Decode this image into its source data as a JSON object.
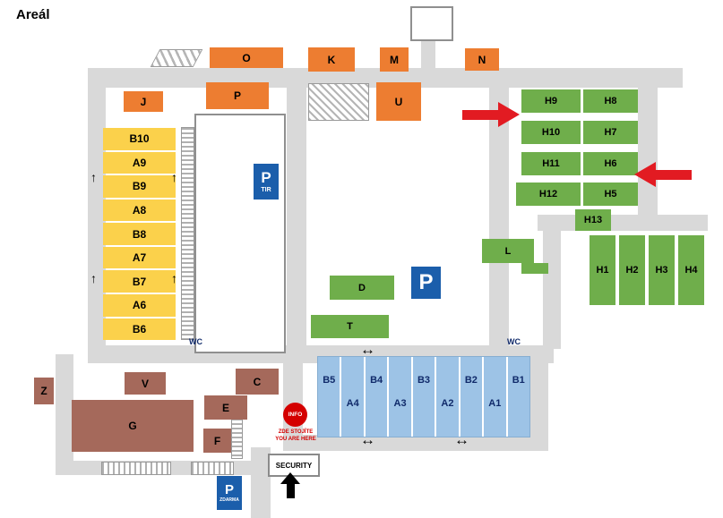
{
  "title": "Areál",
  "legend_colors": {
    "road": "#D9D9D9",
    "orange_building": "#ED7D31",
    "yellow_building": "#FBD14B",
    "green_building": "#6FAE4B",
    "blue_hall": "#9DC3E6",
    "brown_building": "#A5695B",
    "parking_sign_blue": "#1B5EAB",
    "arrow_red": "#E21B22",
    "info_red": "#D40000"
  },
  "buildings": {
    "orange": [
      "O",
      "K",
      "M",
      "N",
      "J",
      "P",
      "U"
    ],
    "yellow": [
      "B10",
      "A9",
      "B9",
      "A8",
      "B8",
      "A7",
      "B7",
      "A6",
      "B6"
    ],
    "green_north": [
      "H9",
      "H8",
      "H10",
      "H7",
      "H11",
      "H6",
      "H12",
      "H5",
      "H13"
    ],
    "green_mid": [
      "L",
      "D",
      "T"
    ],
    "green_south": [
      "H1",
      "H2",
      "H3",
      "H4"
    ],
    "blue": [
      "B5",
      "A4",
      "B4",
      "A3",
      "B3",
      "A2",
      "B2",
      "A1",
      "B1"
    ],
    "brown": [
      "Z",
      "V",
      "G",
      "E",
      "C",
      "F"
    ]
  },
  "signs": {
    "parking": "P",
    "tir": "TIR",
    "zdarma": "ZDARMA",
    "security": "SECURITY",
    "info": "INFO",
    "here_line1": "ZDE STOJÍTE",
    "here_line2": "YOU ARE HERE",
    "wc": "WC"
  },
  "icons": {
    "one_way_arrow": "↑",
    "two_way_arrow": "↔"
  }
}
